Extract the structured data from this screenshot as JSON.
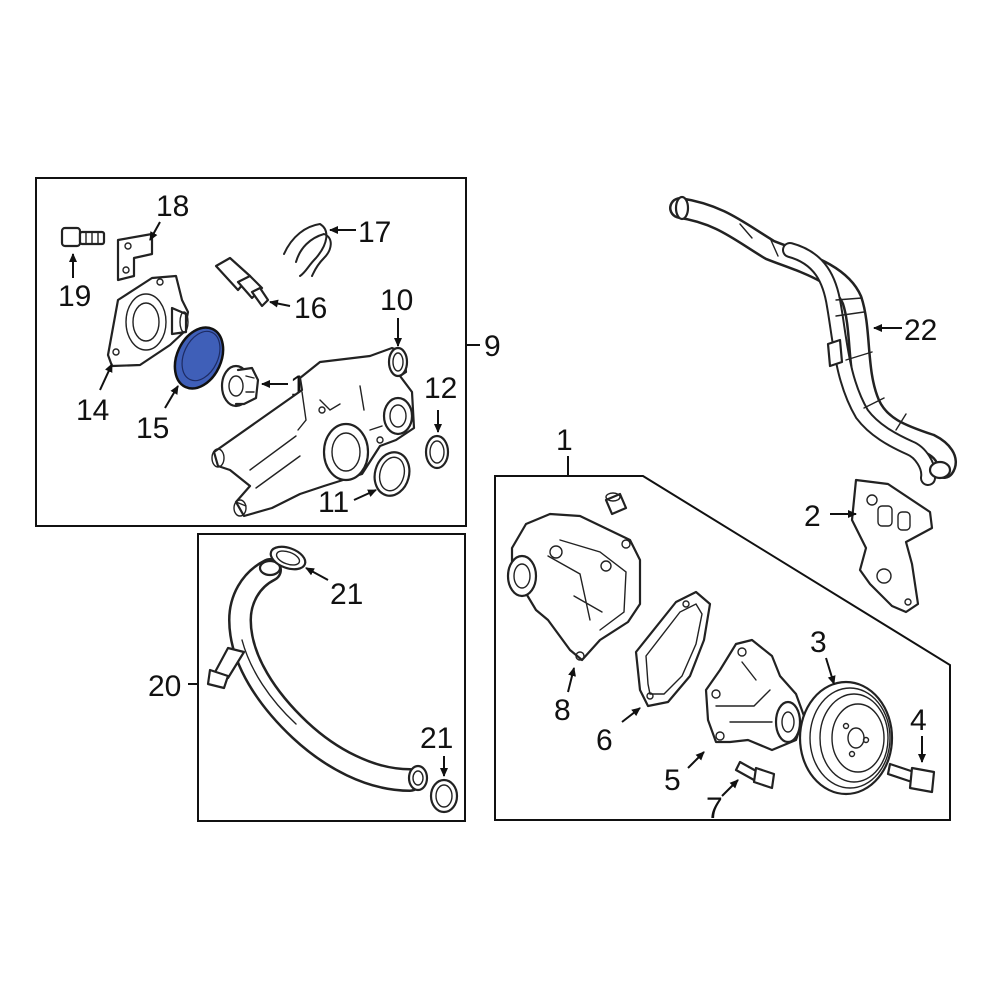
{
  "labels": {
    "l1": "1",
    "l2": "2",
    "l3": "3",
    "l4": "4",
    "l5": "5",
    "l6": "6",
    "l7": "7",
    "l8": "8",
    "l9": "9",
    "l10": "10",
    "l11": "11",
    "l12": "12",
    "l13": "13",
    "l14": "14",
    "l15": "15",
    "l16": "16",
    "l17": "17",
    "l18": "18",
    "l19": "19",
    "l20": "20",
    "l21a": "21",
    "l21b": "21",
    "l22": "22"
  },
  "colors": {
    "highlight": "#3f5fb8",
    "line": "#111111"
  }
}
